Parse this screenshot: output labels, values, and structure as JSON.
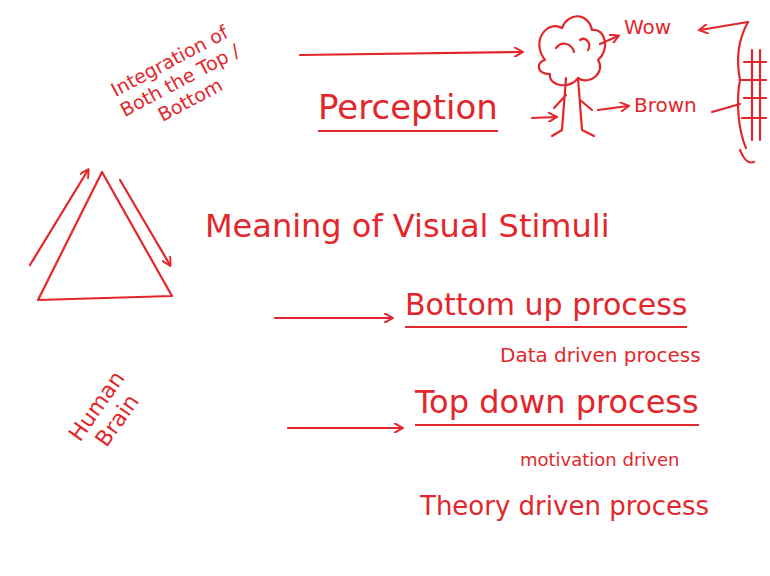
{
  "diagram": {
    "labels": [
      "Integration of Both the Top / Bottom",
      "Perception",
      "Wow",
      "Brown",
      "Meaning of Visual Stimuli",
      "Bottom up process",
      "Data driven process",
      "Human Brain",
      "Top down process",
      "motivation driven",
      "Theory driven process"
    ]
  }
}
